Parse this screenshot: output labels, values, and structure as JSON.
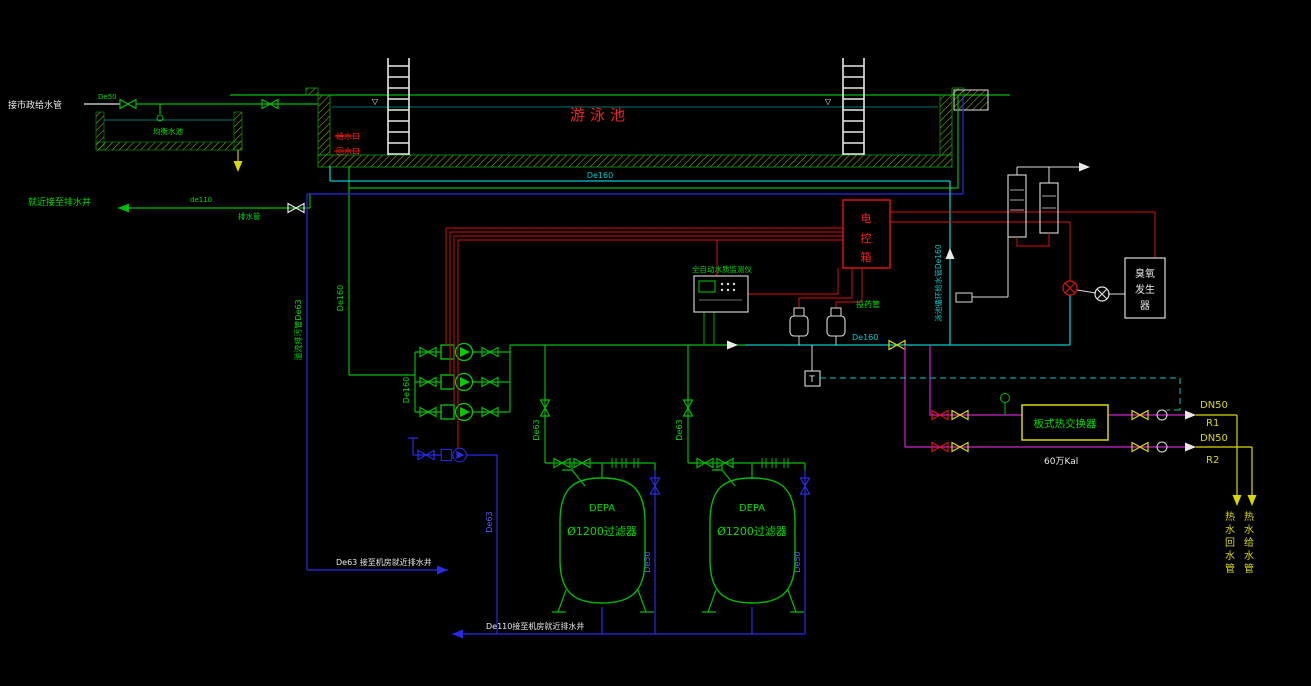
{
  "colors": {
    "background": "#000000",
    "pipe_green": "#00bb00",
    "pipe_cyan": "#00c8c8",
    "pipe_blue": "#2a2ae6",
    "wiring_red": "#dd1111",
    "pipe_magenta": "#cc22cc",
    "pipe_yellow": "#d8d800",
    "text_white": "#e8e8e8",
    "text_red": "#ee2222"
  },
  "pool": {
    "title": "游泳池",
    "inlet": "给水口",
    "outlet": "回水口",
    "pipe_label": "De160",
    "water_mark": "▽"
  },
  "left": {
    "municipal": "接市政给水管",
    "supply_size": "De50",
    "tank": "均衡水池",
    "drain_well": "就近接至排水井",
    "drain_pipe": "排水管",
    "drain_size": "de110",
    "overflow_label": "溢流排污管De63",
    "return_label": "De160"
  },
  "pumps": {
    "suction_label": "De160"
  },
  "mainline": {
    "label": "De160",
    "return_riser_label": "泳池循环给水管De160",
    "sensor": "T"
  },
  "control": {
    "box_chars": [
      "电",
      "控",
      "箱"
    ],
    "monitor": "全自动水质监测仪",
    "dosing": "投药管"
  },
  "ozone": {
    "line1": "臭氧",
    "line2": "发生",
    "line3": "器"
  },
  "hx": {
    "name": "板式热交换器",
    "capacity": "60万Kal",
    "r1_size": "DN50",
    "r1_tag": "R1",
    "r2_size": "DN50",
    "r2_tag": "R2",
    "hot_return_chars": [
      "热",
      "水",
      "回",
      "水",
      "管"
    ],
    "hot_supply_chars": [
      "热",
      "水",
      "给",
      "水",
      "管"
    ]
  },
  "filters": {
    "brand": "DEPA",
    "model": "Ø1200过滤器",
    "inlet_size": "De63",
    "drain_size": "De50"
  },
  "drains": {
    "pit1": "De63 接至机房就近排水井",
    "pit2": "De110接至机房就近排水井",
    "pump_riser_label": "De63"
  }
}
